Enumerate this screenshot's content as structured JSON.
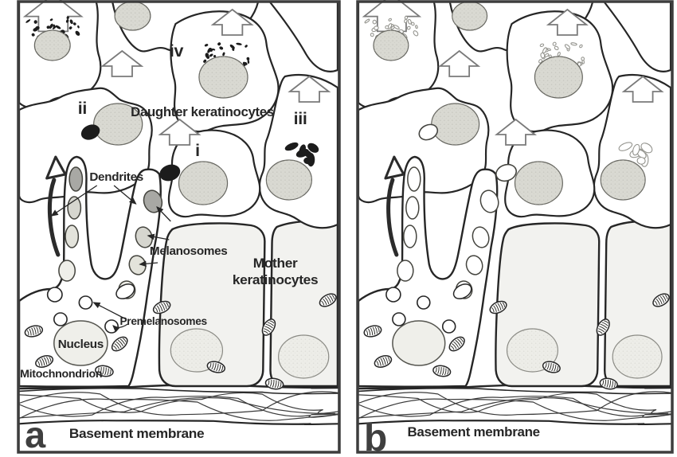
{
  "figure": {
    "description": "Two-panel diagram of melanocyte with dendrites transferring melanosomes to keratinocytes above basement membrane",
    "colors": {
      "background": "#ffffff",
      "outline": "#262626",
      "panel_border": "#3d3d3d",
      "block_arrow": "#7a7a7a",
      "melanin": "#1c1c1c",
      "melanin_outline": "#95958f",
      "nucleus_fill": "#d9d9d2",
      "nucleus_pale": "#edede8",
      "mother_cell_fill": "#f2f2ef",
      "label": "#262626",
      "panel_letter": "#3f3f3f",
      "melanosome_grays": [
        "#a8a8a4",
        "#d6d6cf",
        "#e3e3db",
        "#efefe9"
      ]
    },
    "panels": [
      {
        "letter": "a",
        "melanin_style": "filled",
        "labels": {
          "daughter_keratinocytes": "Daughter keratinocytes",
          "numeral_i": "i",
          "numeral_ii": "ii",
          "numeral_iii": "iii",
          "numeral_iv": "iv",
          "dendrites": "Dendrites",
          "melanosomes": "Melanosomes",
          "mother_line1": "Mother",
          "mother_line2": "keratinocytes",
          "premelanosomes": "Premelanosomes",
          "nucleus": "Nucleus",
          "mitochondrion": "Mitochnondrion",
          "basement_membrane": "Basement membrane"
        }
      },
      {
        "letter": "b",
        "melanin_style": "outlined",
        "labels": {
          "basement_membrane": "Basement membrane"
        }
      }
    ]
  }
}
